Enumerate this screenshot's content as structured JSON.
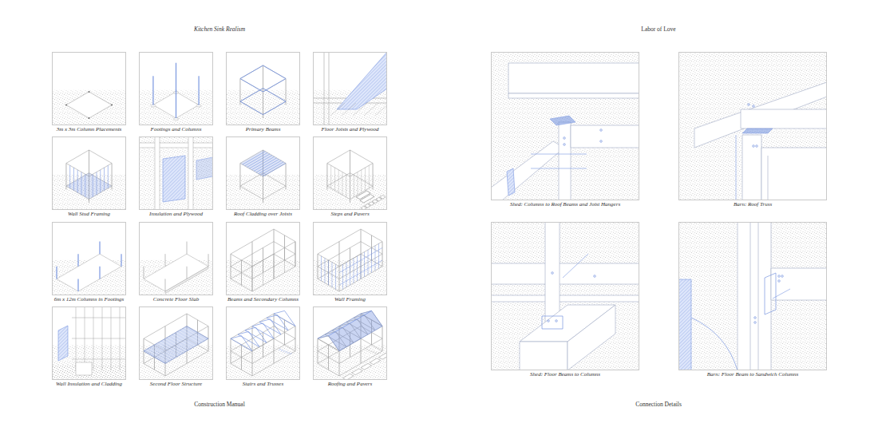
{
  "diagram": {
    "nodes": [
      {
        "text": [
          "3m x 3m Column Placements"
        ]
      },
      {
        "text": [
          "Footings and Columns"
        ]
      },
      {
        "text": [
          "Primary Beams"
        ]
      },
      {
        "text": [
          "Floor Joists and Plywood"
        ]
      },
      {
        "text": [
          "Wall Stud Framing"
        ]
      },
      {
        "text": [
          "Insulation and Plywood"
        ]
      },
      {
        "text": [
          "Roof Cladding over Joists"
        ]
      },
      {
        "text": [
          "Steps and Pavers"
        ]
      },
      {
        "text": [
          "6m x 12m Columns in Footings"
        ]
      },
      {
        "text": [
          "Concrete Floor Slab"
        ]
      },
      {
        "text": [
          "Beams and Secondary Columns"
        ]
      },
      {
        "text": [
          "Wall Framing"
        ]
      },
      {
        "text": [
          "Wall Insulation and Cladding"
        ]
      },
      {
        "text": [
          "Second Floor Structure"
        ]
      },
      {
        "text": [
          "Stairs and Trusses"
        ]
      },
      {
        "text": [
          "Roofing and Pavers"
        ]
      },
      {
        "text": [
          "Shed: Columns to Roof Beams and Joist Hangers"
        ]
      },
      {
        "text": [
          "Barn: Roof Truss"
        ]
      },
      {
        "text": [
          "Shed: Floor Beams to Columns"
        ]
      },
      {
        "text": [
          "Barn: Floor Beam to Sandwich Columns"
        ]
      }
    ],
    "labels": [
      "Kitchen Sink Realism",
      "Labor of Love",
      "Construction Manual",
      "Connection Details"
    ]
  }
}
